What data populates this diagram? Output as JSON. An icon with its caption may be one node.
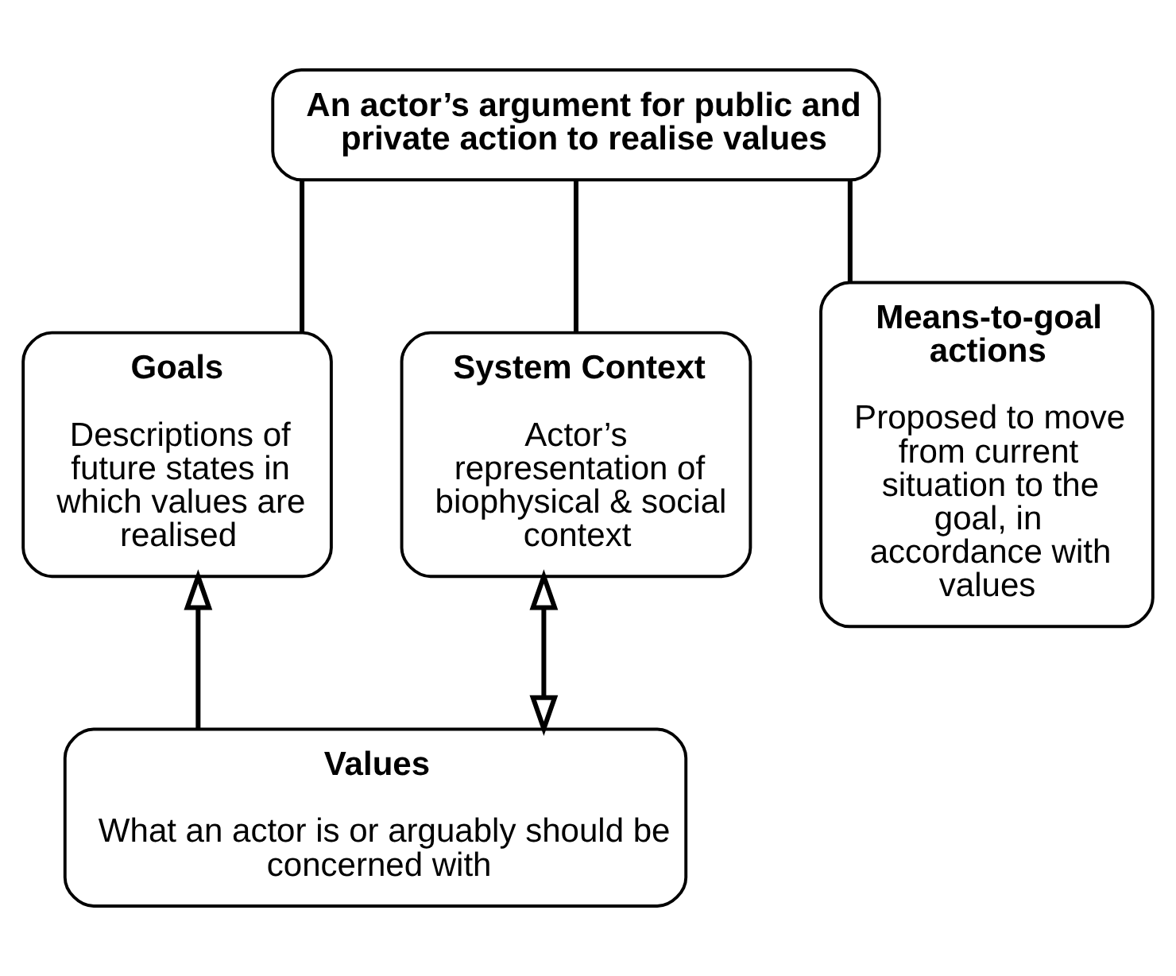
{
  "diagram": {
    "nodes": [
      {
        "text": [
          "An actor’s argument for public and private action to realise values"
        ]
      },
      {
        "text": [
          "Goals",
          "Descriptions of future states in which values are realised"
        ]
      },
      {
        "text": [
          "System Context",
          "Actor’s representation of biophysical & social context"
        ]
      },
      {
        "text": [
          "Means-to-goal actions",
          "Proposed to move from current situation to the goal, in accordance with values"
        ]
      },
      {
        "text": [
          "Values",
          "What an actor is or arguably should be concerned with"
        ]
      }
    ],
    "edges": [
      {
        "from": 0,
        "to": 1,
        "arrow": "none"
      },
      {
        "from": 0,
        "to": 2,
        "arrow": "none"
      },
      {
        "from": 0,
        "to": 3,
        "arrow": "none"
      },
      {
        "from": 4,
        "to": 1,
        "arrow": "to"
      },
      {
        "from": 4,
        "to": 2,
        "arrow": "both"
      }
    ]
  }
}
